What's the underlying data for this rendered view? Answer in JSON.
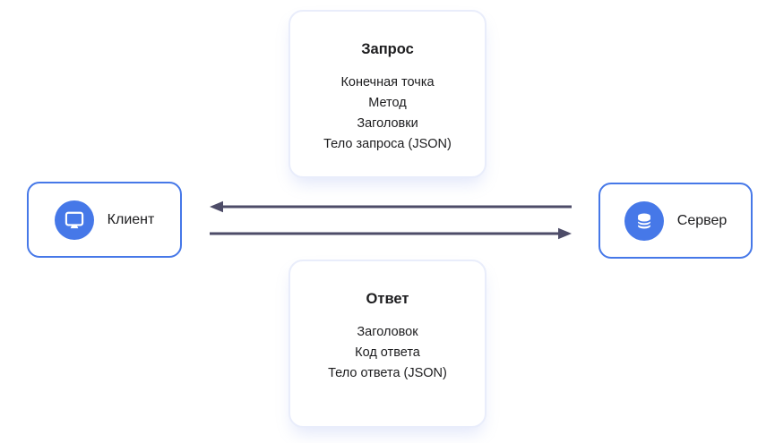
{
  "diagram": {
    "request_card": {
      "title": "Запрос",
      "items": [
        "Конечная точка",
        "Метод",
        "Заголовки",
        "Тело запроса (JSON)"
      ]
    },
    "response_card": {
      "title": "Ответ",
      "items": [
        "Заголовок",
        "Код ответа",
        "Тело ответа (JSON)"
      ]
    },
    "client_node": {
      "label": "Клиент",
      "icon": "monitor-icon"
    },
    "server_node": {
      "label": "Сервер",
      "icon": "database-icon"
    },
    "arrows": [
      {
        "name": "server-to-client-arrow",
        "direction": "left"
      },
      {
        "name": "client-to-server-arrow",
        "direction": "right"
      }
    ],
    "colors": {
      "accent_blue": "#4678E8",
      "arrow": "#4D4C68",
      "card_border": "#E9EDFB",
      "text": "#1C1C1E"
    }
  }
}
